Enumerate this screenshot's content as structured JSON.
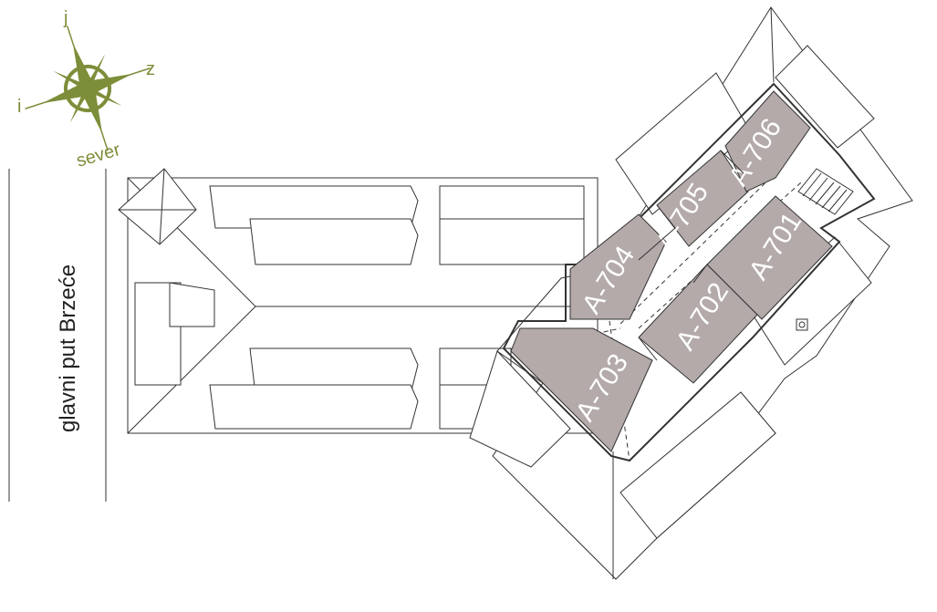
{
  "compass": {
    "north_label": "sever",
    "east_label": "i",
    "south_label": "j",
    "west_label": "z",
    "color": "#7d8e3a"
  },
  "road": {
    "label": "glavni put Brzeće"
  },
  "units": [
    {
      "id": "A-701",
      "label": "A-701"
    },
    {
      "id": "A-702",
      "label": "A-702"
    },
    {
      "id": "A-703",
      "label": "A-703"
    },
    {
      "id": "A-704",
      "label": "A-704"
    },
    {
      "id": "A-705",
      "label": "A-705"
    },
    {
      "id": "A-706",
      "label": "A-706"
    }
  ],
  "colors": {
    "unit_fill": "#b3aaa9",
    "line": "#333333",
    "label": "#ffffff"
  }
}
